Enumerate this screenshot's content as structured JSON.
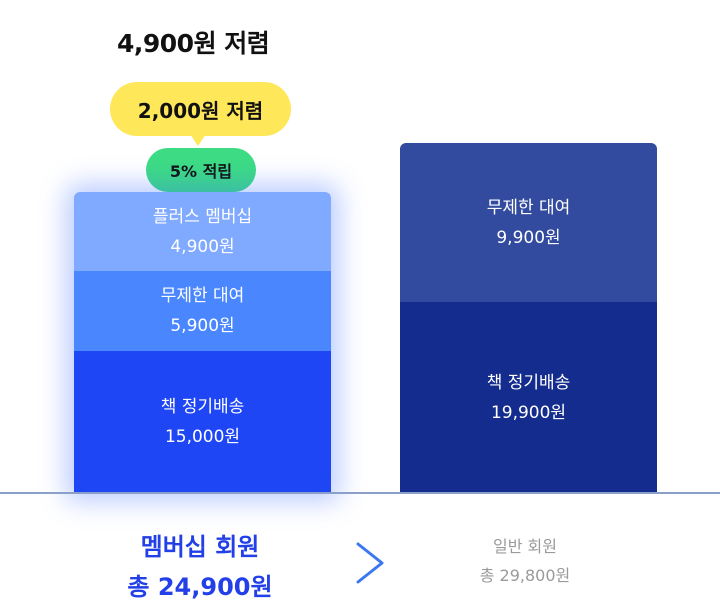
{
  "annotations": {
    "total_savings": "4,900원 저렴",
    "discount": "2,000원 저렴",
    "points": "5% 적립"
  },
  "colors": {
    "member_top": "#80aaff",
    "member_middle": "#4a87ff",
    "member_bottom": "#1e46f5",
    "regular_top": "#324b9e",
    "regular_bottom": "#142c8e",
    "bubble_yellow": "#ffe75a",
    "bubble_green": "#3ddc84",
    "member_label": "#2340e8",
    "regular_label": "#9a9a9a"
  },
  "chart_data": {
    "type": "bar",
    "stacked": true,
    "categories": [
      "멤버십 회원",
      "일반 회원"
    ],
    "series": [
      {
        "name": "책 정기배송",
        "values": [
          15000,
          19900
        ],
        "labels": [
          "책 정기배송\n15,000원",
          "책 정기배송\n19,900원"
        ]
      },
      {
        "name": "무제한 대여",
        "values": [
          5900,
          9900
        ],
        "labels": [
          "무제한 대여\n5,900원",
          "무제한 대여\n9,900원"
        ]
      },
      {
        "name": "플러스 멤버십",
        "values": [
          4900,
          0
        ],
        "labels": [
          "플러스 멤버십\n4,900원",
          ""
        ]
      }
    ],
    "totals": {
      "member": {
        "name": "멤버십 회원",
        "total": "총 24,900원",
        "value": 24900
      },
      "regular": {
        "name": "일반 회원",
        "total": "총 29,800원",
        "value": 29800
      }
    }
  }
}
